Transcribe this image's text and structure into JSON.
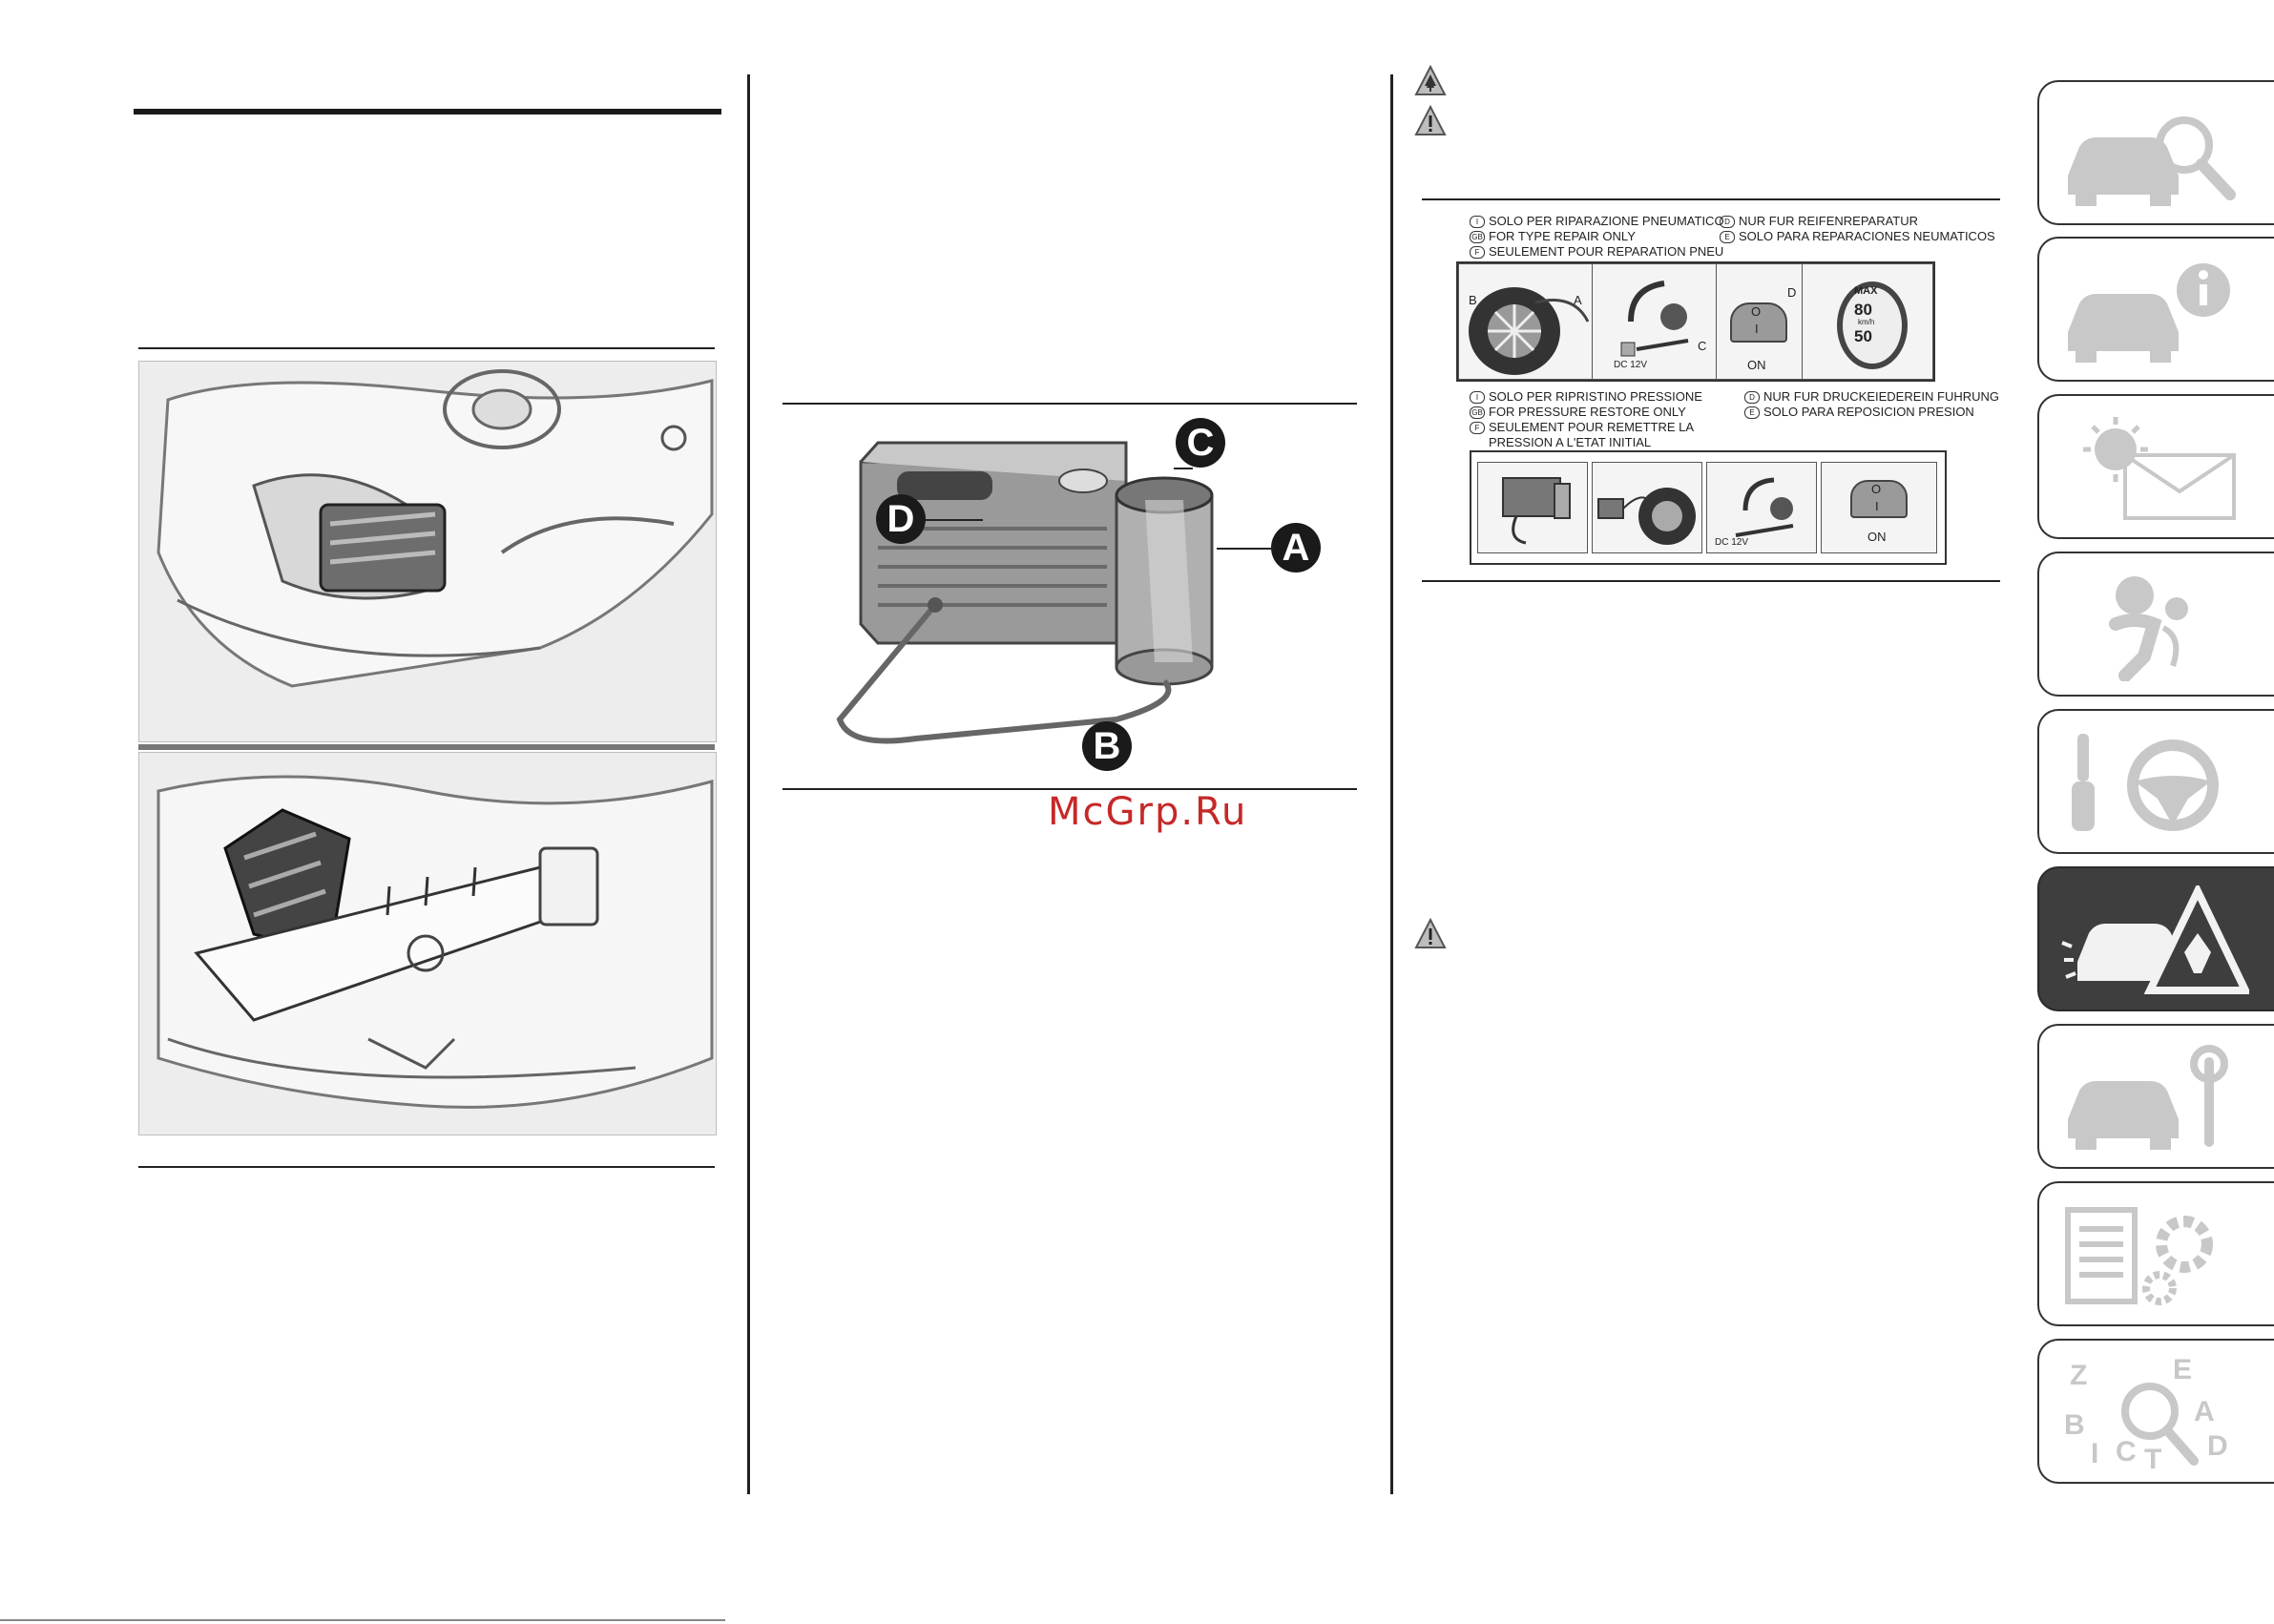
{
  "watermark": "McGrp.Ru",
  "figure_callouts": {
    "a": "A",
    "b": "B",
    "c": "C",
    "d": "D"
  },
  "label": {
    "top_lines": [
      {
        "num": "I",
        "text": "SOLO PER RIPARAZIONE PNEUMATICO"
      },
      {
        "num": "GB",
        "text": "FOR TYPE REPAIR ONLY"
      },
      {
        "num": "F",
        "text": "SEULEMENT POUR REPARATION PNEU"
      }
    ],
    "top_lines_right": [
      {
        "num": "D",
        "text": "NUR FUR REIFENREPARATUR"
      },
      {
        "num": "E",
        "text": "SOLO PARA REPARACIONES NEUMATICOS"
      }
    ],
    "row1": {
      "tyre_b": "B",
      "tyre_a": "A",
      "plug_c": "C",
      "plug_dc": "DC 12V",
      "switch_d": "D",
      "switch_on": "ON",
      "switch_off": "O",
      "switch_i": "I",
      "speed_max": "MAX",
      "speed_top": "80",
      "speed_bottom": "50",
      "speed_tag": "km/h"
    },
    "mid_lines": [
      {
        "num": "I",
        "text": "SOLO PER RIPRISTINO PRESSIONE"
      },
      {
        "num": "GB",
        "text": "FOR PRESSURE RESTORE ONLY"
      },
      {
        "num": "F",
        "text": "SEULEMENT POUR REMETTRE LA"
      },
      {
        "num": "",
        "text": "PRESSION A L'ETAT INITIAL"
      }
    ],
    "mid_lines_right": [
      {
        "num": "D",
        "text": "NUR FUR DRUCKEIEDEREIN FUHRUNG"
      },
      {
        "num": "E",
        "text": "SOLO PARA REPOSICION PRESION"
      }
    ],
    "row2": {
      "plug_dc": "DC 12V",
      "switch_on": "ON",
      "switch_off": "O",
      "switch_i": "I"
    }
  },
  "sidebar": {
    "tabs": [
      {
        "icon": "car-search-icon"
      },
      {
        "icon": "car-info-icon"
      },
      {
        "icon": "warning-light-icon"
      },
      {
        "icon": "airbag-icon"
      },
      {
        "icon": "key-steering-icon"
      },
      {
        "icon": "breakdown-icon"
      },
      {
        "icon": "car-maintenance-icon"
      },
      {
        "icon": "technical-data-icon"
      },
      {
        "icon": "index-icon"
      }
    ],
    "index_letters": [
      "Z",
      "E",
      "A",
      "B",
      "D",
      "I",
      "C",
      "T"
    ]
  },
  "colors": {
    "active_tab": "#3e3e3e",
    "watermark": "#c62828",
    "rule": "#222222"
  }
}
